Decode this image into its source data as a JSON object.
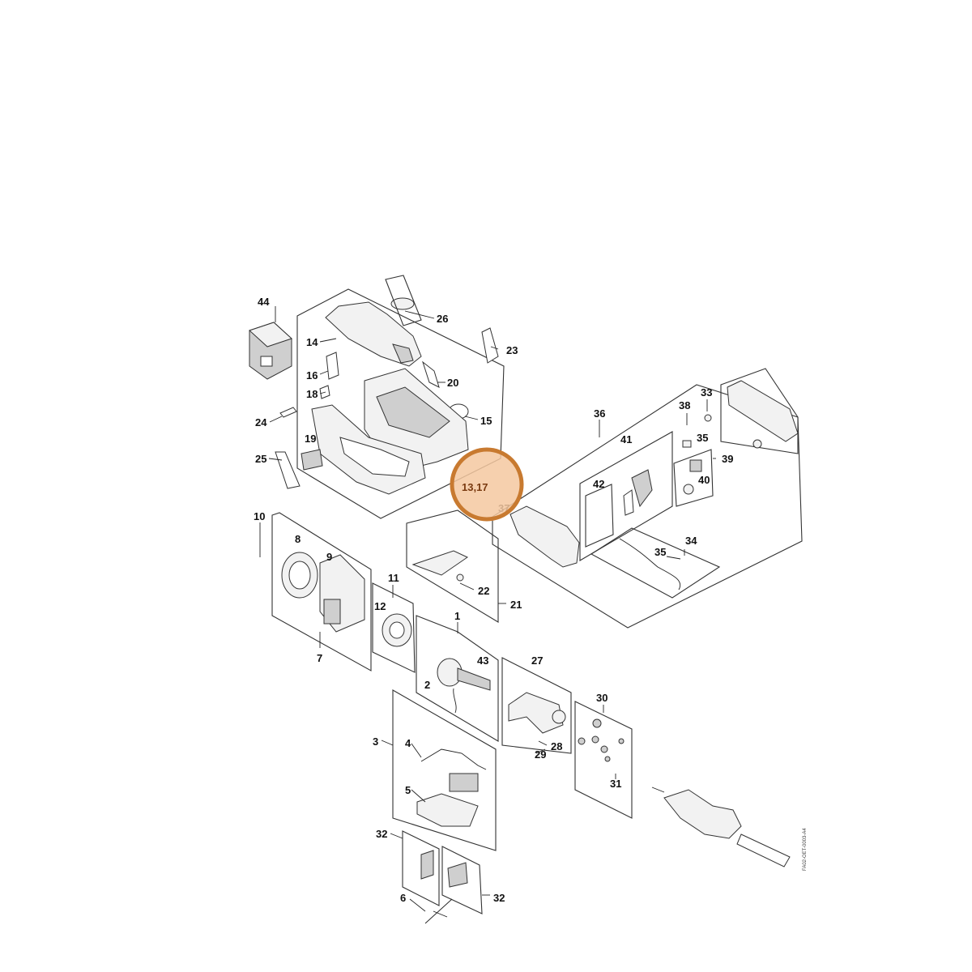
{
  "diagram": {
    "highlight_label": "13,17",
    "figure_code": "FA02-OET-0003-A4",
    "callouts": {
      "c1": "1",
      "c2": "2",
      "c3": "3",
      "c4": "4",
      "c5": "5",
      "c6": "6",
      "c7": "7",
      "c8": "8",
      "c9": "9",
      "c10": "10",
      "c11": "11",
      "c12": "12",
      "c14": "14",
      "c15": "15",
      "c16": "16",
      "c18": "18",
      "c19": "19",
      "c20": "20",
      "c21": "21",
      "c22": "22",
      "c23": "23",
      "c24": "24",
      "c25": "25",
      "c26": "26",
      "c27": "27",
      "c28": "28",
      "c29": "29",
      "c30": "30",
      "c31": "31",
      "c32a": "32",
      "c32b": "32",
      "c33": "33",
      "c34": "34",
      "c35a": "35",
      "c35b": "35",
      "c36": "36",
      "c37": "37",
      "c38": "38",
      "c39": "39",
      "c40": "40",
      "c41": "41",
      "c42": "42",
      "c43": "43",
      "c44": "44"
    }
  }
}
